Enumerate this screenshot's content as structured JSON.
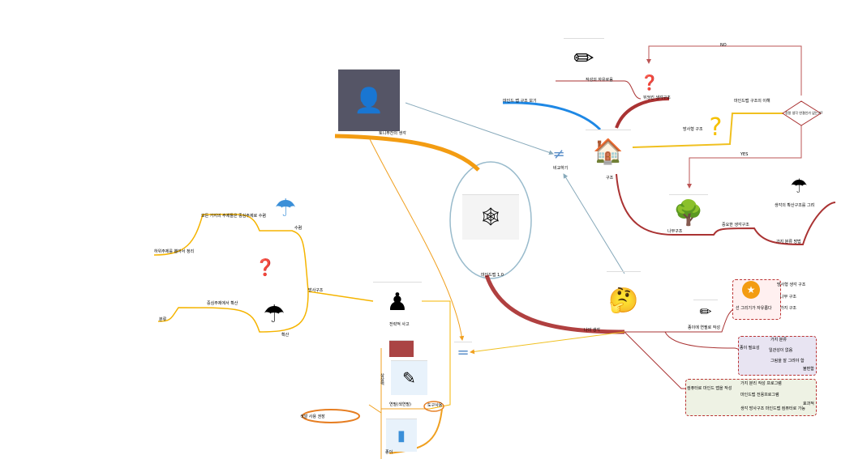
{
  "center": {
    "label": "마인드맵 1.0"
  },
  "buzan": {
    "label": "토니부잔의 생각"
  },
  "mine": {
    "label": "나의 생각"
  },
  "compare": {
    "label": "비교하기"
  },
  "equal": {
    "label": "같음"
  },
  "structure": {
    "label": "구조",
    "view": "마인드 맵 구조 보기",
    "free": "작성의 자유로움",
    "tangled": "뒤엉킨 생각구조",
    "radial": "방사형 구조",
    "understand": "마인드맵 구조의 이해",
    "decision": "정말 생각 연결인가 없는가?",
    "no": "NO",
    "yes": "YES",
    "tree": "나무구조",
    "important": "중요한 생각구조",
    "branch": "가지 분류 방법",
    "spread": "생각의 확산구조를 그려"
  },
  "paper": {
    "label": "종이에 연필로 작성",
    "free_line": "선 그리기가 자유롭다",
    "radial": "방사형 생각 구조",
    "tree": "나무 구조",
    "branch": "가지 구조",
    "need": "종이 필요성",
    "classify": "가지 분류",
    "inconsistent": "일관성이 없음",
    "drawing": "그림을 잘 그려야 함",
    "inconvenient": "불편함"
  },
  "computer": {
    "label": "컴퓨터로 마인드 맵을 작성",
    "p1": "가지 분리 작성 프로그램",
    "p2": "마인드맵 전용프로그램",
    "p3": "생각 방사구조 마인드맵 컴퓨터로 가능",
    "effective": "효과적"
  },
  "left": {
    "radial": "방사구조",
    "converge": "수렴",
    "converge_desc": "모든 가지의 주제들은 중심주제로 수렴",
    "sub": "하위주제를 뽑아서 정리",
    "diverge": "확산",
    "diverge_desc": "중심주제에서 확산",
    "classify": "분류",
    "strategy": "전략적 사고",
    "tools": "도구사용",
    "pencil": "연필(색연필)",
    "imagination": "상상력",
    "paper": "종이",
    "color": "색깔 사용 권장"
  }
}
